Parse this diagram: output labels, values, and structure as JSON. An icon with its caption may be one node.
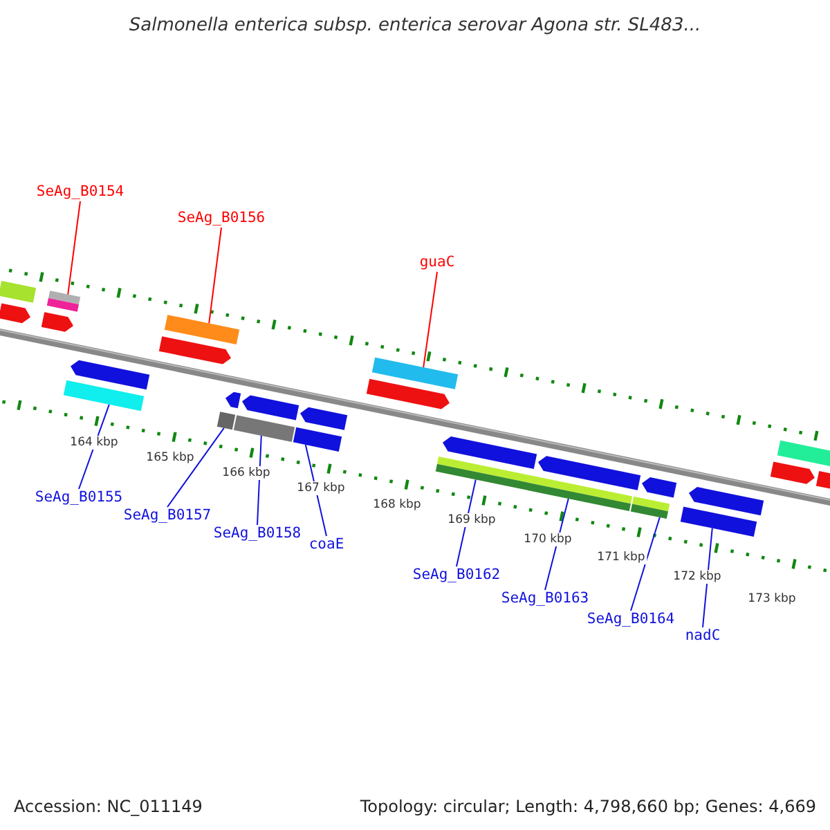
{
  "diagram": {
    "title": "Salmonella enterica subsp. enterica serovar Agona str. SL483...",
    "nodes": [
      {
        "text": [
          "SeAg_B0154"
        ]
      },
      {
        "text": [
          "SeAg_B0156"
        ]
      },
      {
        "text": [
          "guaC"
        ]
      },
      {
        "text": [
          "SeAg_B0155"
        ]
      },
      {
        "text": [
          "SeAg_B0157"
        ]
      },
      {
        "text": [
          "SeAg_B0158"
        ]
      },
      {
        "text": [
          "coaE"
        ]
      },
      {
        "text": [
          "SeAg_B0162"
        ]
      },
      {
        "text": [
          "SeAg_B0163"
        ]
      },
      {
        "text": [
          "SeAg_B0164"
        ]
      },
      {
        "text": [
          "nadC"
        ]
      },
      {
        "text": [],
        "shape": "bar"
      },
      {
        "text": [],
        "shape": "bar"
      },
      {
        "text": [],
        "shape": "bar"
      },
      {
        "text": [],
        "shape": "bar"
      },
      {
        "text": [],
        "shape": "bar"
      },
      {
        "text": [],
        "shape": "bar"
      },
      {
        "text": [],
        "shape": "bar"
      },
      {
        "text": [],
        "shape": "bar"
      },
      {
        "text": [],
        "shape": "bar"
      },
      {
        "text": [],
        "shape": "bar"
      },
      {
        "text": [],
        "shape": "bar"
      }
    ],
    "edges": [
      {
        "from": 0,
        "to": 11,
        "arrow": "none",
        "color": "#ff0000"
      },
      {
        "from": 1,
        "to": 13,
        "arrow": "none",
        "color": "#ff0000"
      },
      {
        "from": 2,
        "to": 17,
        "arrow": "none",
        "color": "#ff0000"
      },
      {
        "from": 3,
        "to": 12,
        "arrow": "none"
      },
      {
        "from": 4,
        "to": 14,
        "arrow": "none"
      },
      {
        "from": 5,
        "to": 15,
        "arrow": "none"
      },
      {
        "from": 6,
        "to": 16,
        "arrow": "none"
      },
      {
        "from": 7,
        "to": 18,
        "arrow": "none"
      },
      {
        "from": 8,
        "to": 18,
        "arrow": "none"
      },
      {
        "from": 9,
        "to": 20,
        "arrow": "none"
      },
      {
        "from": 10,
        "to": 21,
        "arrow": "none"
      }
    ],
    "labels": [
      "164 kbp",
      "165 kbp",
      "166 kbp",
      "167 kbp",
      "168 kbp",
      "169 kbp",
      "170 kbp",
      "171 kbp",
      "172 kbp",
      "173 kbp",
      "Accession: NC_011149",
      "Topology: circular; Length: 4,798,660 bp; Genes: 4,669"
    ]
  }
}
